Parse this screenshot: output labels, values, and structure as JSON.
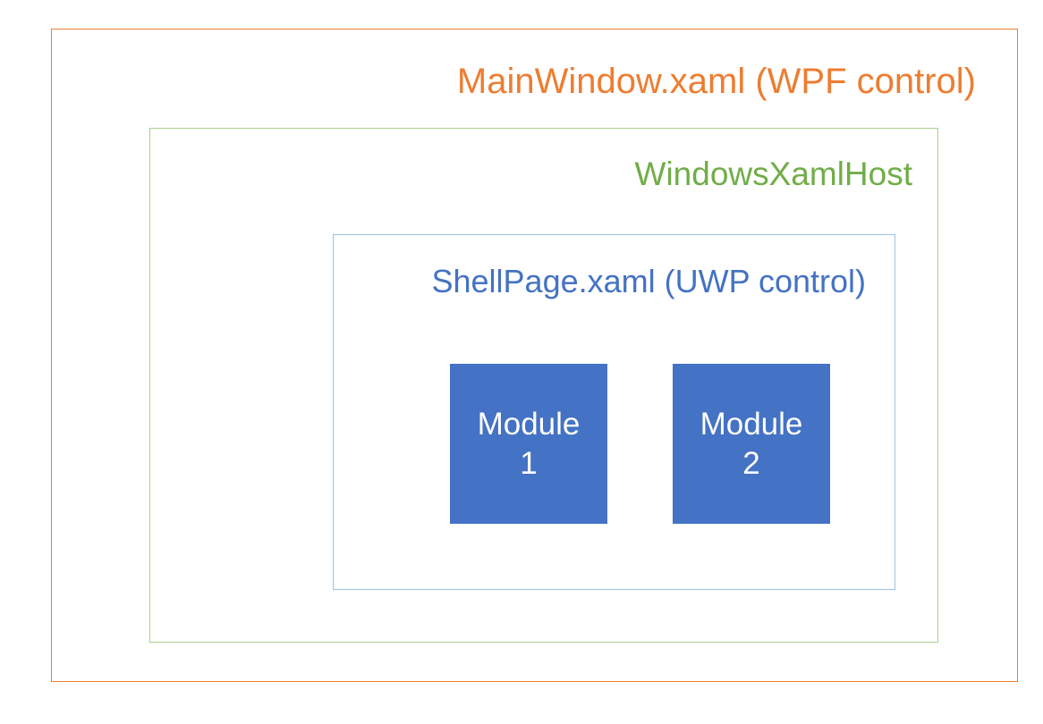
{
  "diagram": {
    "type": "nested-architecture-boxes",
    "background_color": "#FFFFFF",
    "layers": [
      {
        "id": "wpf",
        "label": "MainWindow.xaml (WPF control)",
        "border_color": "#ED7D31",
        "text_color": "#ED7D31"
      },
      {
        "id": "xamlhost",
        "label": "WindowsXamlHost",
        "border_color": "#A9D18E",
        "text_color": "#70AD47"
      },
      {
        "id": "shellpage",
        "label": "ShellPage.xaml (UWP control)",
        "border_color": "#9DC3E6",
        "text_color": "#4472C4"
      }
    ],
    "modules": [
      {
        "id": "module-1",
        "line1": "Module",
        "line2": "1",
        "fill_color": "#4472C4",
        "text_color": "#FFFFFF"
      },
      {
        "id": "module-2",
        "line1": "Module",
        "line2": "2",
        "fill_color": "#4472C4",
        "text_color": "#FFFFFF"
      }
    ]
  }
}
